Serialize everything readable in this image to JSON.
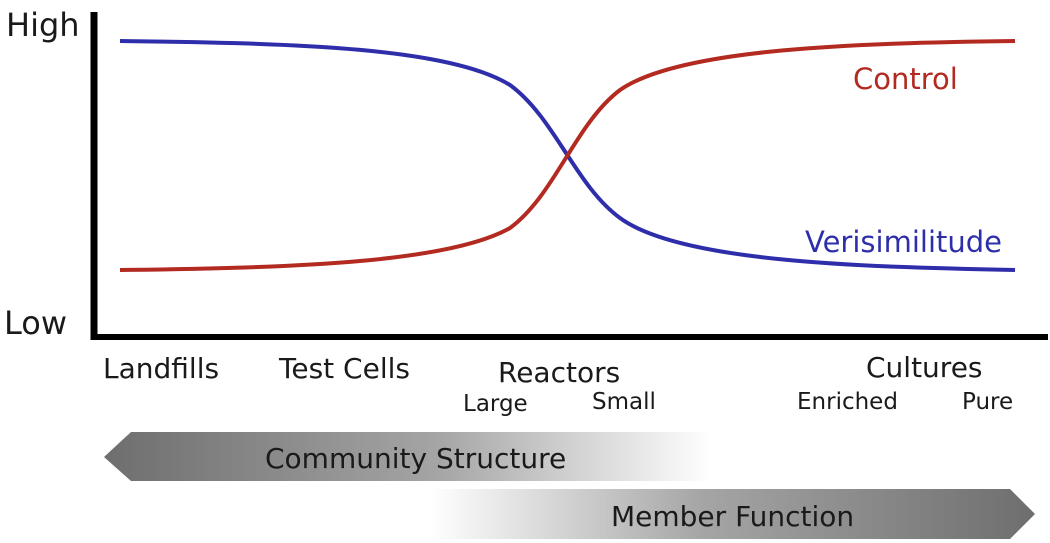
{
  "y_axis": {
    "high_label": "High",
    "low_label": "Low"
  },
  "categories": {
    "landfills": "Landfills",
    "test_cells": "Test Cells",
    "reactors": "Reactors",
    "reactors_large": "Large",
    "reactors_small": "Small",
    "cultures": "Cultures",
    "cultures_enriched": "Enriched",
    "cultures_pure": "Pure"
  },
  "series": {
    "control": {
      "name": "Control",
      "color": "#b22a20",
      "trend": "increasing"
    },
    "verisimilitude": {
      "name": "Verisimilitude",
      "color": "#2e2eaa",
      "trend": "decreasing"
    }
  },
  "arrows": {
    "community_structure": {
      "label": "Community Structure",
      "direction": "left"
    },
    "member_function": {
      "label": "Member Function",
      "direction": "right"
    }
  }
}
